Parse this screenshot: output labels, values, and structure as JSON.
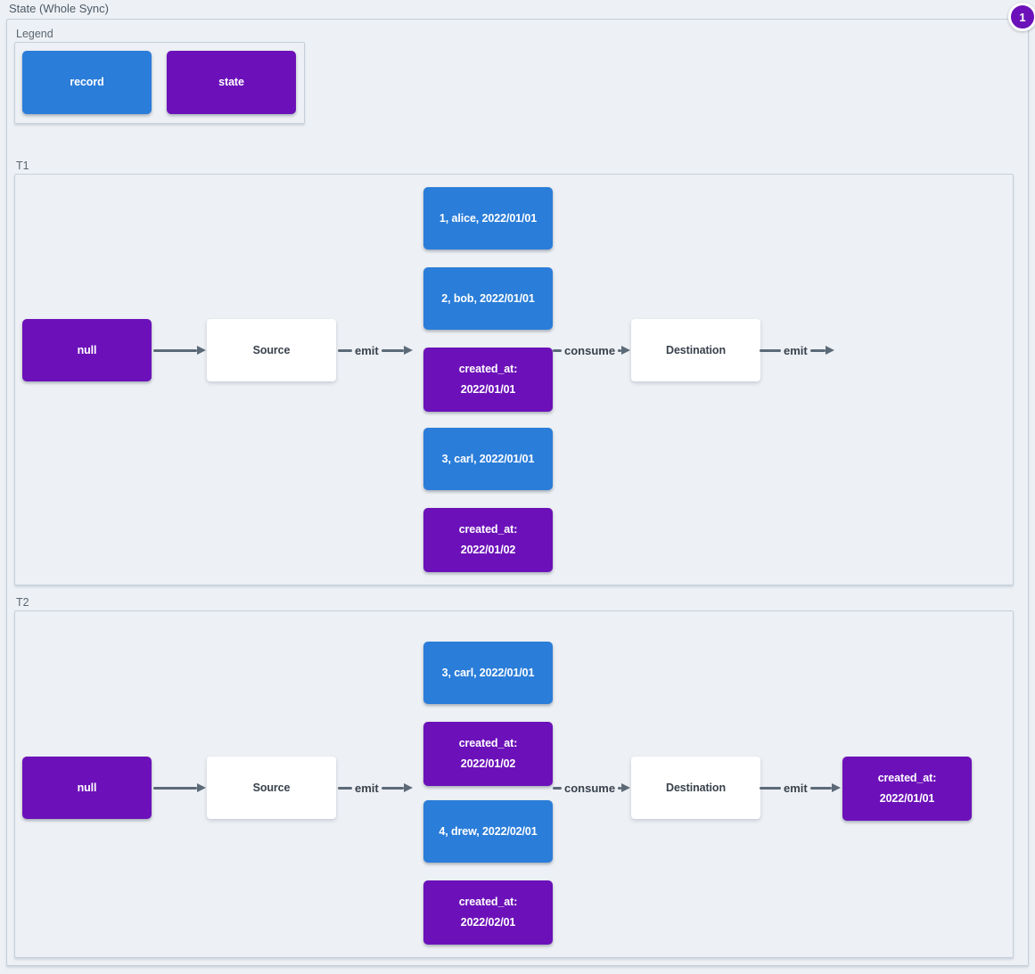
{
  "page": {
    "title": "State (Whole Sync)",
    "badge": "1"
  },
  "colors": {
    "background": "#edf0f4",
    "record": "#2a7dd9",
    "state": "#6c11b9",
    "arrow": "#5c6a78",
    "group_border": "#c6cfda"
  },
  "legend": {
    "label": "Legend",
    "items": [
      {
        "type": "record",
        "label": "record"
      },
      {
        "type": "state",
        "label": "state"
      }
    ]
  },
  "sections": {
    "t1": {
      "label": "T1",
      "input_state": "null",
      "source_label": "Source",
      "emit_label": "emit",
      "consume_label": "consume",
      "destination_label": "Destination",
      "emit_out_label": "emit",
      "stack": [
        {
          "type": "record",
          "line1": "1, alice, 2022/01/01"
        },
        {
          "type": "record",
          "line1": "2, bob, 2022/01/01"
        },
        {
          "type": "state",
          "line1": "created_at:",
          "line2": "2022/01/01"
        },
        {
          "type": "record",
          "line1": "3, carl, 2022/01/01"
        },
        {
          "type": "state",
          "line1": "created_at:",
          "line2": "2022/01/02"
        }
      ]
    },
    "t2": {
      "label": "T2",
      "input_state": "null",
      "source_label": "Source",
      "emit_label": "emit",
      "consume_label": "consume",
      "destination_label": "Destination",
      "emit_out_label": "emit",
      "stack": [
        {
          "type": "record",
          "line1": "3, carl, 2022/01/01"
        },
        {
          "type": "state",
          "line1": "created_at:",
          "line2": "2022/01/02"
        },
        {
          "type": "record",
          "line1": "4, drew, 2022/02/01"
        },
        {
          "type": "state",
          "line1": "created_at:",
          "line2": "2022/02/01"
        }
      ],
      "output_state": {
        "line1": "created_at:",
        "line2": "2022/01/01"
      }
    }
  }
}
